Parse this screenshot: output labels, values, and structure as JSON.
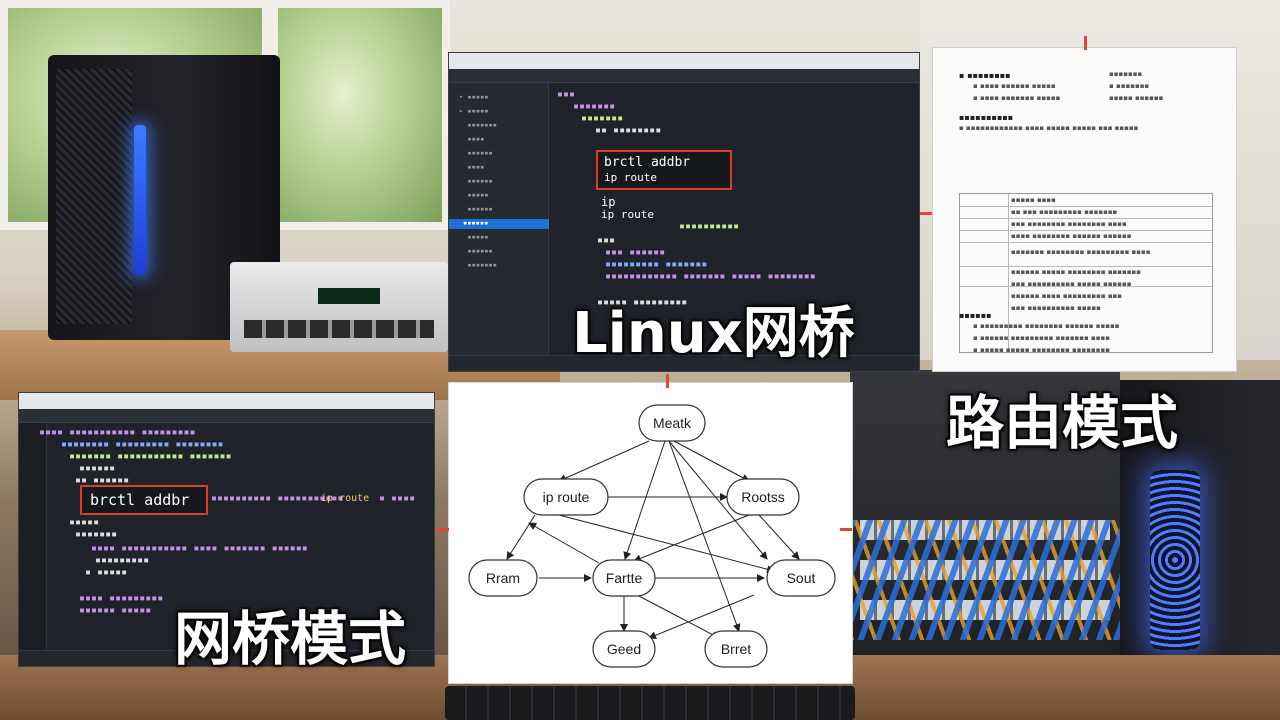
{
  "titles": {
    "linux_bridge": "Linux网桥",
    "route_mode": "路由模式",
    "bridge_mode": "网桥模式"
  },
  "top_ide": {
    "highlight_line1": "brctl addbr",
    "highlight_line2": "ip route",
    "line_ip": "ip",
    "line_iproute": "ip route",
    "line_addbr": "brctl addbr",
    "line_iproute_small": "ip route"
  },
  "bottom_ide": {
    "highlight": "brctl addbr",
    "inline_iproute": "ip route"
  },
  "diagram": {
    "nodes": [
      {
        "id": "top",
        "label": "Meatk"
      },
      {
        "id": "iproute",
        "label": "ip route"
      },
      {
        "id": "roots",
        "label": "Rootss"
      },
      {
        "id": "rram",
        "label": "Rram"
      },
      {
        "id": "fartte",
        "label": "Fartte"
      },
      {
        "id": "sout",
        "label": "Sout"
      },
      {
        "id": "geed",
        "label": "Geed"
      },
      {
        "id": "brrett",
        "label": "Brret"
      }
    ]
  },
  "colors": {
    "highlight_border": "#e23b2c",
    "ide_background": "#1f2329",
    "selected_tree_item": "#1e6fd9",
    "led_blue": "#3c7cff"
  }
}
